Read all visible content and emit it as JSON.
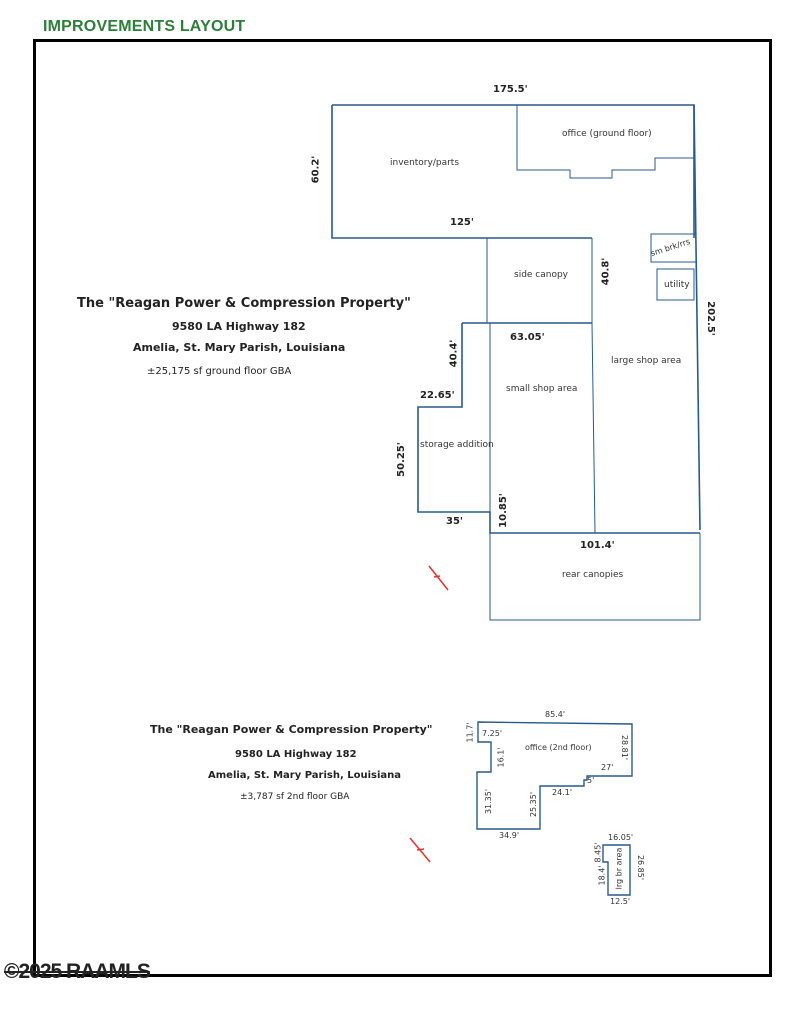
{
  "header": {
    "title": "IMPROVEMENTS LAYOUT"
  },
  "ground": {
    "title": "The \"Reagan Power & Compression Property\"",
    "address": "9580 LA Highway 182",
    "city": "Amelia, St. Mary Parish, Louisiana",
    "area": "±25,175 sf ground floor GBA",
    "rooms": [
      "inventory/parts",
      "office (ground floor)",
      "side canopy",
      "sm brk/rrs",
      "utility",
      "small shop area",
      "large shop area",
      "storage addition",
      "rear canopies"
    ],
    "dims": {
      "top": "175.5'",
      "left": "60.2'",
      "inv_bottom": "125'",
      "canopy": "40.8'",
      "right": "202.5'",
      "shop_top": "63.05'",
      "step": "40.4'",
      "storage_top": "22.65'",
      "storage_left": "50.25'",
      "storage_bottom": "35'",
      "small_gap": "10.85'",
      "bottom": "101.4'"
    }
  },
  "second": {
    "title": "The \"Reagan Power & Compression Property\"",
    "address": "9580 LA Highway 182",
    "city": "Amelia, St. Mary Parish, Louisiana",
    "area": "±3,787 sf 2nd floor GBA",
    "rooms": [
      "office (2nd floor)",
      "lrg br area"
    ],
    "dims": {
      "top": "85.4'",
      "a": "11.7'",
      "b": "7.25'",
      "c": "16.1'",
      "d": "28.81'",
      "e": "27'",
      "f": "5'",
      "g": "24.1'",
      "h": "31.35'",
      "i": "25.35'",
      "j": "34.9'",
      "k": "16.05'",
      "l": "8.45'",
      "m": "18.4'",
      "n": "26.85'",
      "o": "12.5'"
    }
  },
  "footer": {
    "copyright": "©2025 RAAMLS"
  }
}
